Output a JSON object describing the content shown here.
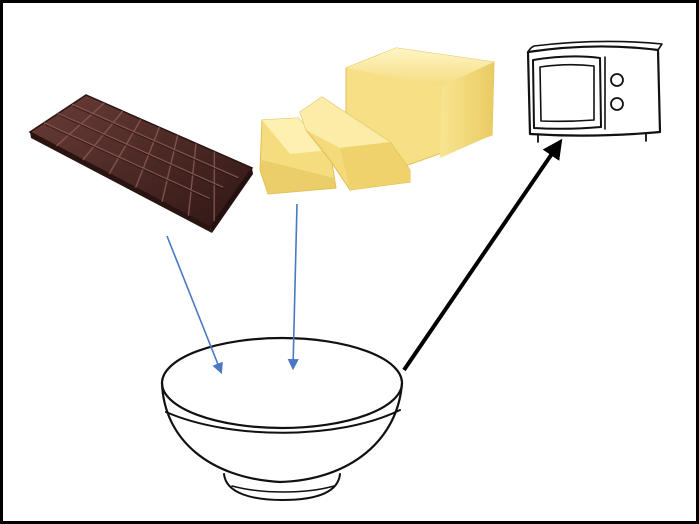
{
  "diagram": {
    "nodes": [
      {
        "id": "chocolate",
        "icon": "chocolate-bar-icon"
      },
      {
        "id": "butter",
        "icon": "butter-block-icon"
      },
      {
        "id": "bowl",
        "icon": "mixing-bowl-icon"
      },
      {
        "id": "microwave",
        "icon": "microwave-icon"
      }
    ],
    "edges": [
      {
        "from": "chocolate",
        "to": "bowl",
        "color": "#4a78c2"
      },
      {
        "from": "butter",
        "to": "bowl",
        "color": "#4a78c2"
      },
      {
        "from": "bowl",
        "to": "microwave",
        "color": "#000000"
      }
    ]
  },
  "colors": {
    "border": "#000000",
    "chocolate_dark": "#3a1e1c",
    "chocolate_mid": "#5a302c",
    "chocolate_light": "#7a4a44",
    "butter_light": "#fdf2b8",
    "butter_mid": "#f6df84",
    "butter_dark": "#e7c85e",
    "ingredient_arrow": "#4a78c2",
    "heat_arrow": "#000000"
  }
}
